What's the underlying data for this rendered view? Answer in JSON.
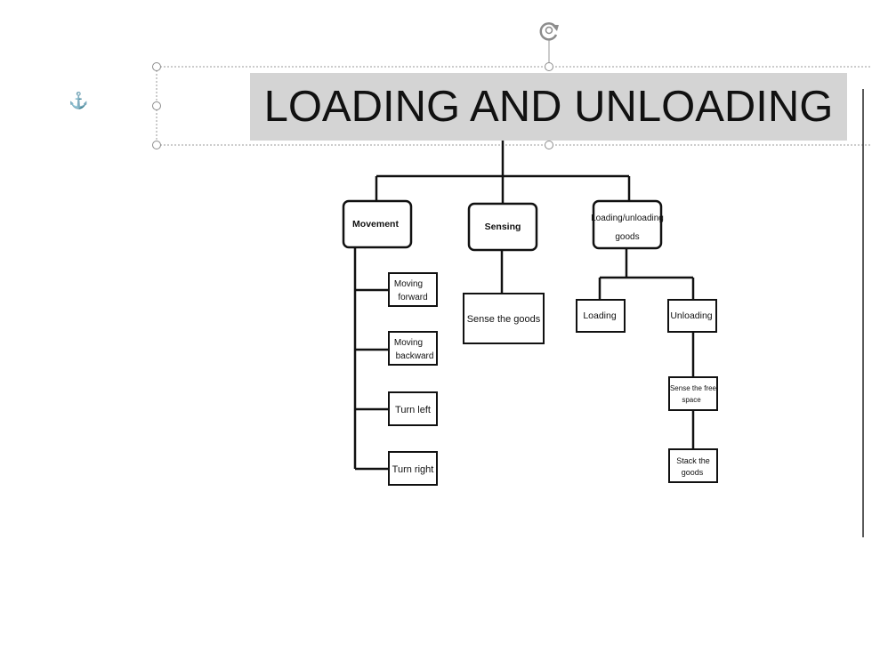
{
  "slide": {
    "title": "LOADING AND UNLOADING"
  },
  "icons": {
    "anchor": "anchor-icon",
    "rotate": "rotate-handle-icon"
  },
  "diagram": {
    "nodes": {
      "movement": "Movement",
      "sensing": "Sensing",
      "loading_unloading": [
        "Loading/unloading",
        "goods"
      ],
      "moving_forward": [
        "Moving",
        "forward"
      ],
      "moving_backward": [
        "Moving",
        "backward"
      ],
      "turn_left": "Turn left",
      "turn_right": "Turn right",
      "sense_goods": "Sense the goods",
      "loading": "Loading",
      "unloading": "Unloading",
      "sense_free_space": [
        "Sense the free",
        "space"
      ],
      "stack_goods": [
        "Stack the",
        "goods"
      ]
    }
  }
}
